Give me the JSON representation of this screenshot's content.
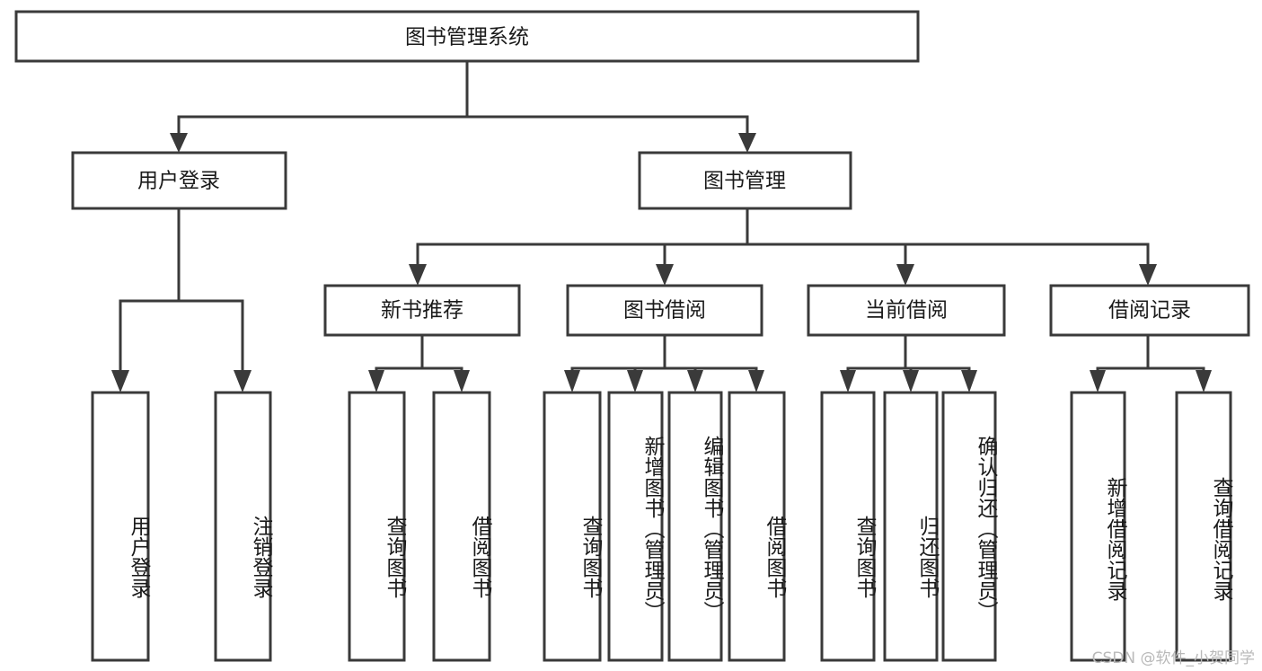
{
  "diagram": {
    "type": "tree-hierarchy",
    "title": "图书管理系统",
    "watermark": "CSDN @软件_小贺同学",
    "colors": {
      "stroke": "#3a3a3a",
      "box_fill": "#ffffff",
      "text": "#1a1a1a",
      "background": "#ffffff",
      "watermark": "#b9b9b9"
    },
    "root": {
      "label": "图书管理系统"
    },
    "level1": [
      {
        "label": "用户登录"
      },
      {
        "label": "图书管理"
      }
    ],
    "level2": [
      {
        "label": "新书推荐"
      },
      {
        "label": "图书借阅"
      },
      {
        "label": "当前借阅"
      },
      {
        "label": "借阅记录"
      }
    ],
    "leaves": {
      "user_login": [
        {
          "label": "用户登录"
        },
        {
          "label": "注销登录"
        }
      ],
      "new_book_recommend": [
        {
          "label": "查询图书"
        },
        {
          "label": "借阅图书"
        }
      ],
      "book_borrow": [
        {
          "label": "查询图书"
        },
        {
          "label": "新增图书（管理员）"
        },
        {
          "label": "编辑图书（管理员）"
        },
        {
          "label": "借阅图书"
        }
      ],
      "current_borrow": [
        {
          "label": "查询图书"
        },
        {
          "label": "归还图书"
        },
        {
          "label": "确认归还（管理员）"
        }
      ],
      "borrow_record": [
        {
          "label": "新增借阅记录"
        },
        {
          "label": "查询借阅记录"
        }
      ]
    }
  }
}
